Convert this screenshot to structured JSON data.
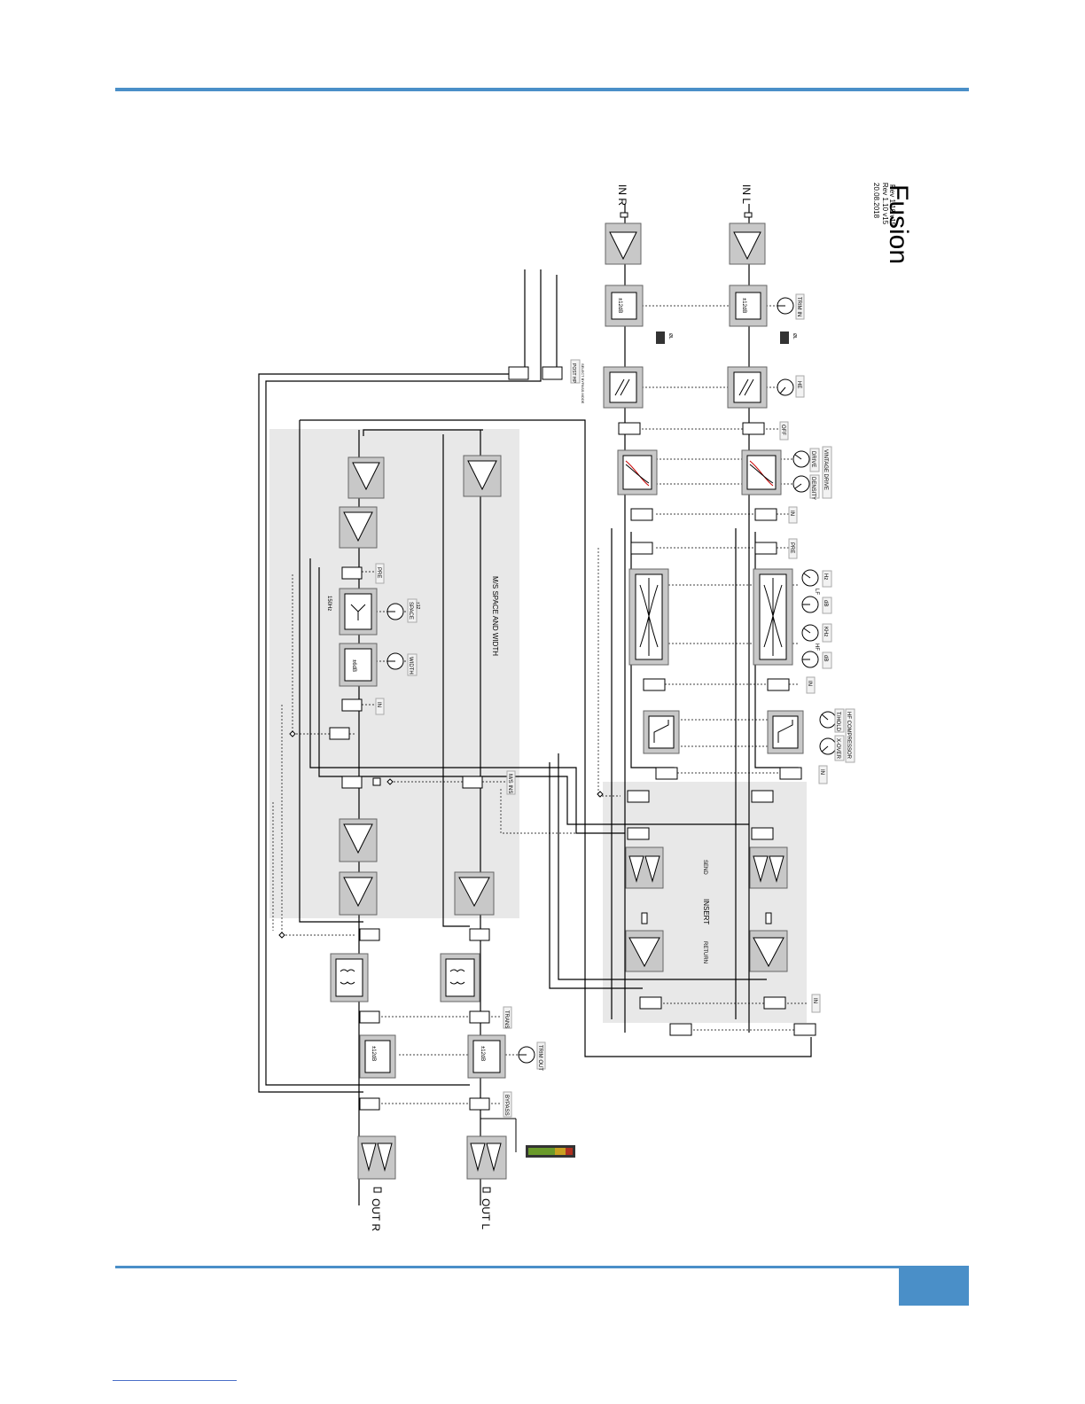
{
  "document": {
    "title": "Fusion",
    "revision": "Rev 1.10 v15",
    "date": "20.08.2018"
  },
  "io": {
    "in_l": "IN L",
    "in_r": "IN R",
    "out_l": "OUT L",
    "out_r": "OUT R"
  },
  "controls": {
    "trim_in": "TRIM IN",
    "phase_l": "ØL",
    "phase_r": "ØL",
    "hpf": "HE",
    "post_hp_mode": "POST HP",
    "post_hp_note": "SELECT BYPASS MODE",
    "off": "OFF",
    "vintage_drive": "VINTAGE DRIVE",
    "drive": "DRIVE",
    "density": "DENSITY",
    "in_1": "IN",
    "pre": "PRE",
    "lf": "LF",
    "hz": "Hz",
    "db_lf": "dB",
    "hf": "HF",
    "khz": "KHz",
    "db_hf": "dB",
    "in_2": "IN",
    "hf_compressor": "HF COMPRESSOR",
    "thold": "T/HOLD",
    "x_over": "X-OVER",
    "in_3": "IN",
    "insert": "INSERT",
    "send": "SEND",
    "return": "RETURN",
    "in_4": "IN",
    "trans": "TRANS",
    "trim_out": "TRIM OUT",
    "bypass": "BYPASS",
    "ms_section": "M/S SPACE AND WIDTH",
    "space": "SPACE",
    "space_range": "±12",
    "width": "WIDTH",
    "ms_in": "IN",
    "ms_pre": "PRE",
    "ms_ins": "M/S INS",
    "gain_12db": "±12dB",
    "gain_out": "±12dB",
    "width_db": "±6dB",
    "hz_150": "150Hz"
  },
  "colors": {
    "accent": "#4a8fc8",
    "block": "#c8c8c8",
    "panel": "#e8e8e8",
    "wire": "#000000"
  }
}
